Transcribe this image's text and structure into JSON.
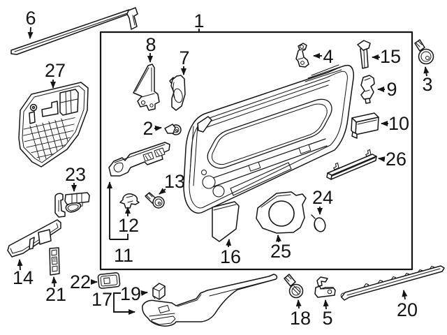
{
  "diagram": {
    "background_color": "#ffffff",
    "line_color": "#141414"
  },
  "callouts": [
    {
      "number": "1"
    },
    {
      "number": "2"
    },
    {
      "number": "3"
    },
    {
      "number": "4"
    },
    {
      "number": "5"
    },
    {
      "number": "6"
    },
    {
      "number": "7"
    },
    {
      "number": "8"
    },
    {
      "number": "9"
    },
    {
      "number": "10"
    },
    {
      "number": "11"
    },
    {
      "number": "12"
    },
    {
      "number": "13"
    },
    {
      "number": "14"
    },
    {
      "number": "15"
    },
    {
      "number": "16"
    },
    {
      "number": "17"
    },
    {
      "number": "18"
    },
    {
      "number": "19"
    },
    {
      "number": "20"
    },
    {
      "number": "21"
    },
    {
      "number": "22"
    },
    {
      "number": "23"
    },
    {
      "number": "24"
    },
    {
      "number": "25"
    },
    {
      "number": "26"
    },
    {
      "number": "27"
    }
  ]
}
